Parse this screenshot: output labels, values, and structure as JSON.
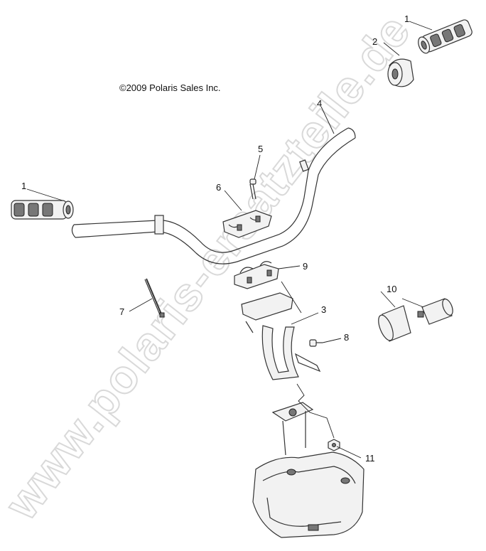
{
  "copyright": "©2009 Polaris Sales Inc.",
  "watermark": "www.polaris-ersatzteile.de",
  "callouts": [
    {
      "id": "callout-1-left",
      "label": "1"
    },
    {
      "id": "callout-1-right",
      "label": "1"
    },
    {
      "id": "callout-2",
      "label": "2"
    },
    {
      "id": "callout-3",
      "label": "3"
    },
    {
      "id": "callout-4",
      "label": "4"
    },
    {
      "id": "callout-5",
      "label": "5"
    },
    {
      "id": "callout-6",
      "label": "6"
    },
    {
      "id": "callout-7",
      "label": "7"
    },
    {
      "id": "callout-8",
      "label": "8"
    },
    {
      "id": "callout-9",
      "label": "9"
    },
    {
      "id": "callout-10",
      "label": "10"
    },
    {
      "id": "callout-11",
      "label": "11"
    }
  ]
}
